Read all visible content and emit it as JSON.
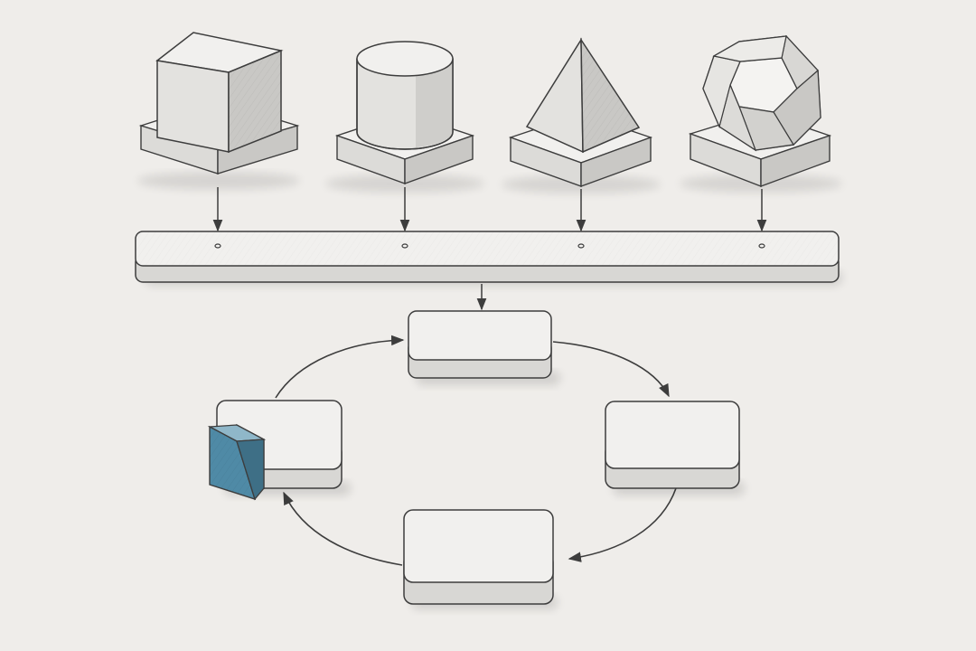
{
  "diagram": {
    "caption": "",
    "palette": {
      "background": "#efedea",
      "paper_light": "#f5f4f2",
      "face_top": "#f1f0ee",
      "face_left": "#dcdbd8",
      "face_right": "#c9c8c5",
      "pencil": "#3d3d3d",
      "accent": "#4f8aa6"
    },
    "inputs": [
      {
        "shape": "cube"
      },
      {
        "shape": "cylinder"
      },
      {
        "shape": "pyramid"
      },
      {
        "shape": "dodecahedron"
      }
    ],
    "bus": {
      "kind": "horizontal-bar"
    },
    "cycle": {
      "direction": "clockwise",
      "nodes": [
        {
          "position": "top"
        },
        {
          "position": "right"
        },
        {
          "position": "bottom"
        },
        {
          "position": "left",
          "has_accent_block": true
        }
      ]
    }
  }
}
